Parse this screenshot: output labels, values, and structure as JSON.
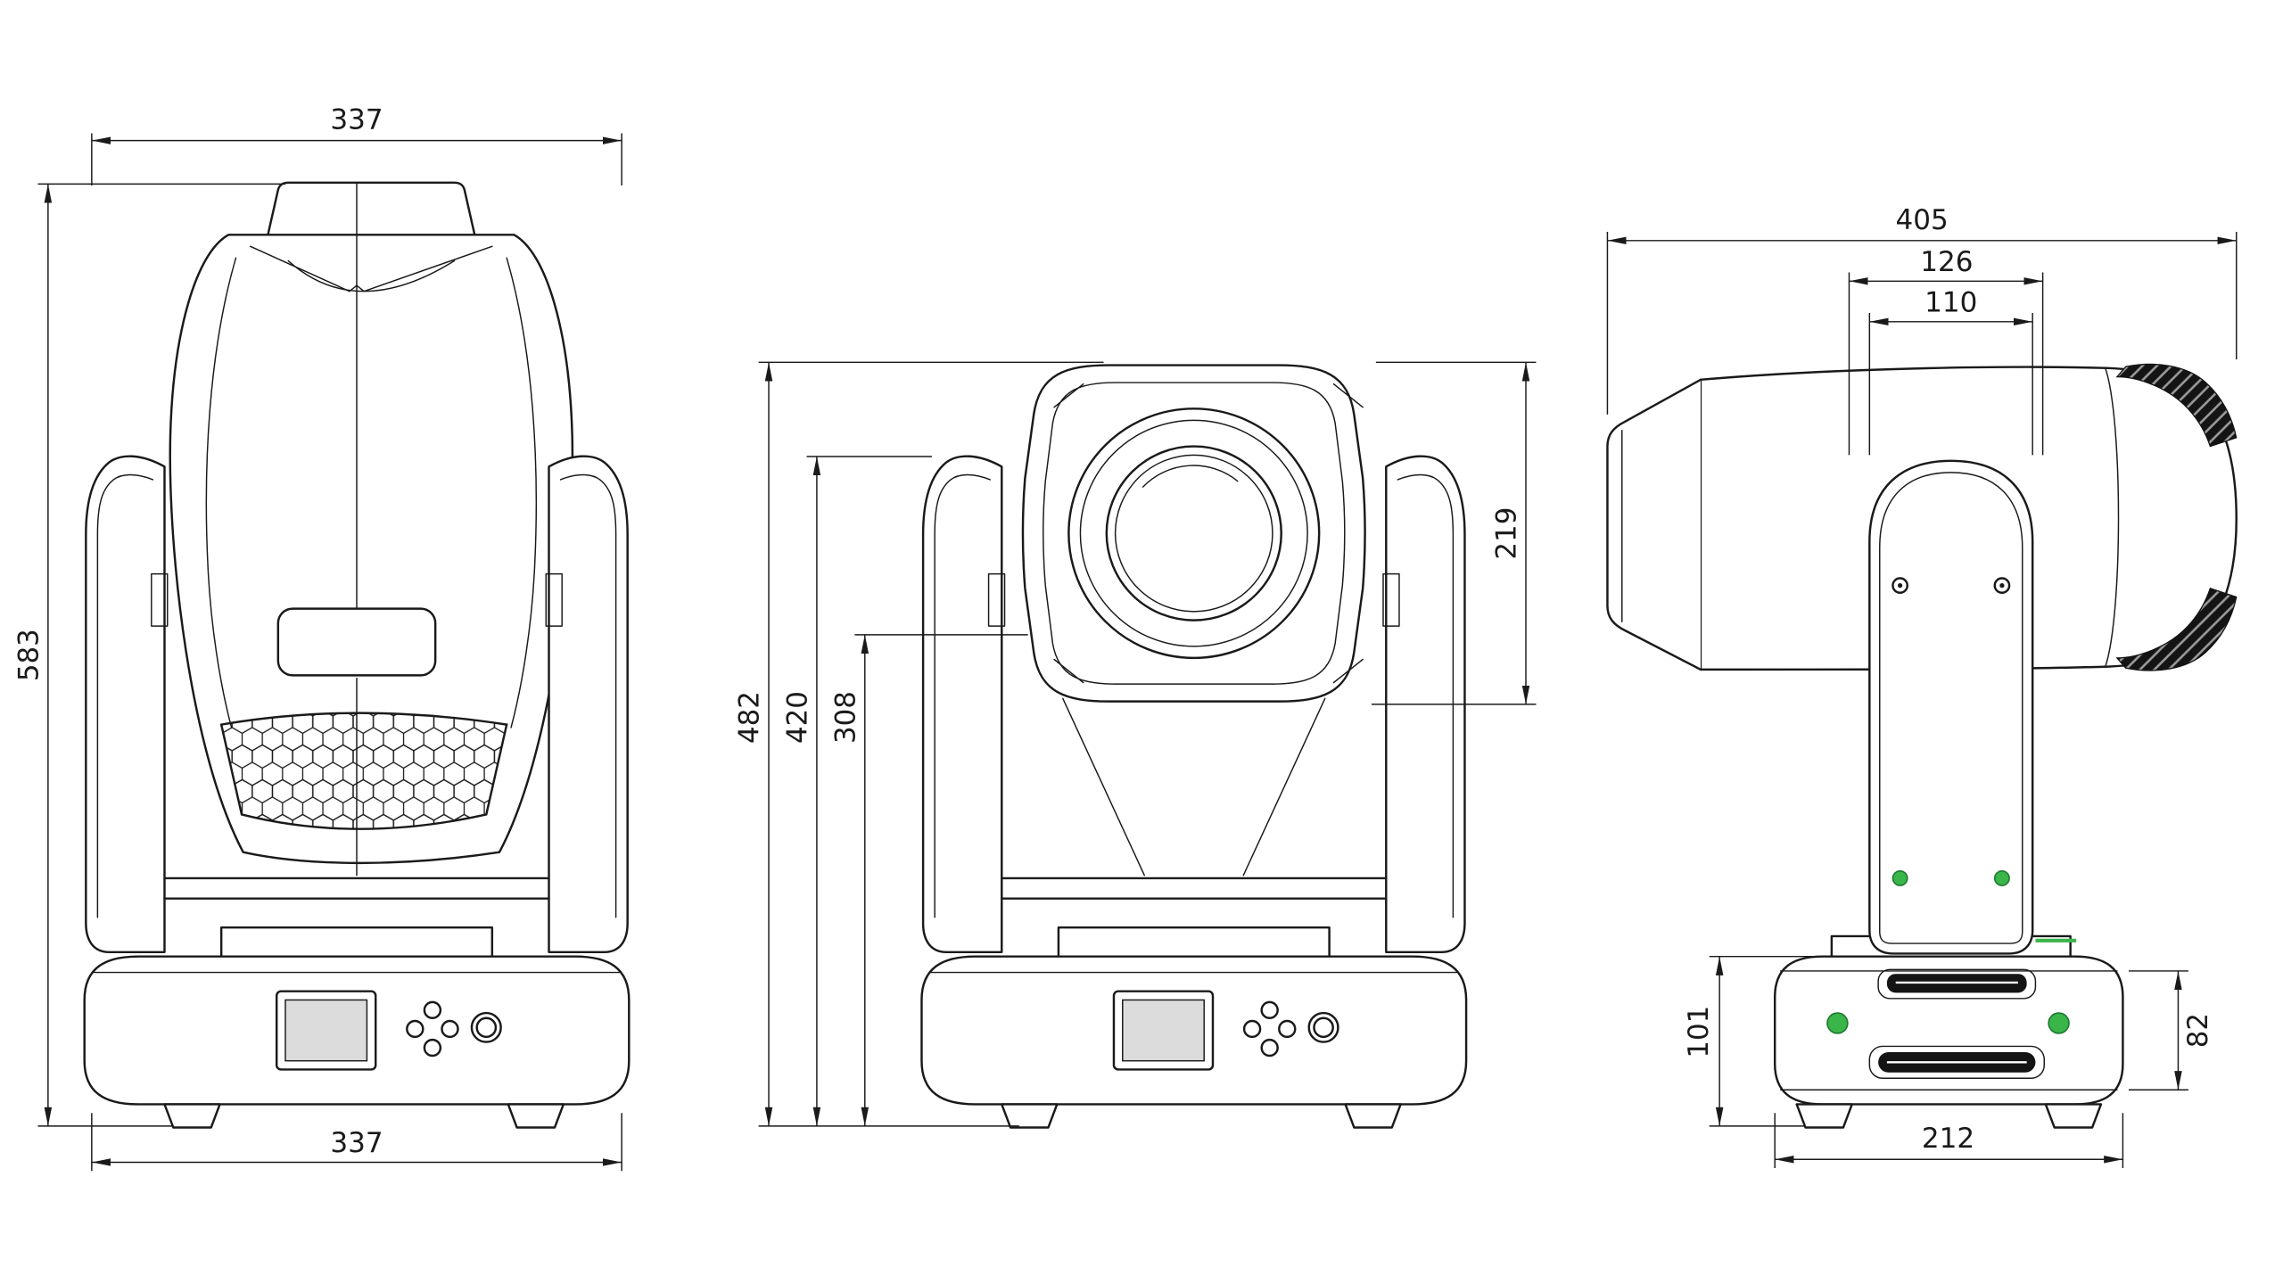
{
  "colors": {
    "line": "#1a1a1a",
    "green": "#3ab54a"
  },
  "dims": {
    "front": {
      "top_width": "337",
      "overall_height": "583",
      "base_width": "337"
    },
    "middle": {
      "overall_height": "482",
      "yoke_height": "420",
      "head_bottom_height": "308",
      "head_face_height": "219"
    },
    "side": {
      "head_length": "405",
      "yoke_outer_width": "126",
      "yoke_inner_width": "110",
      "base_height": "101",
      "base_body_height": "82",
      "base_depth": "212"
    }
  }
}
